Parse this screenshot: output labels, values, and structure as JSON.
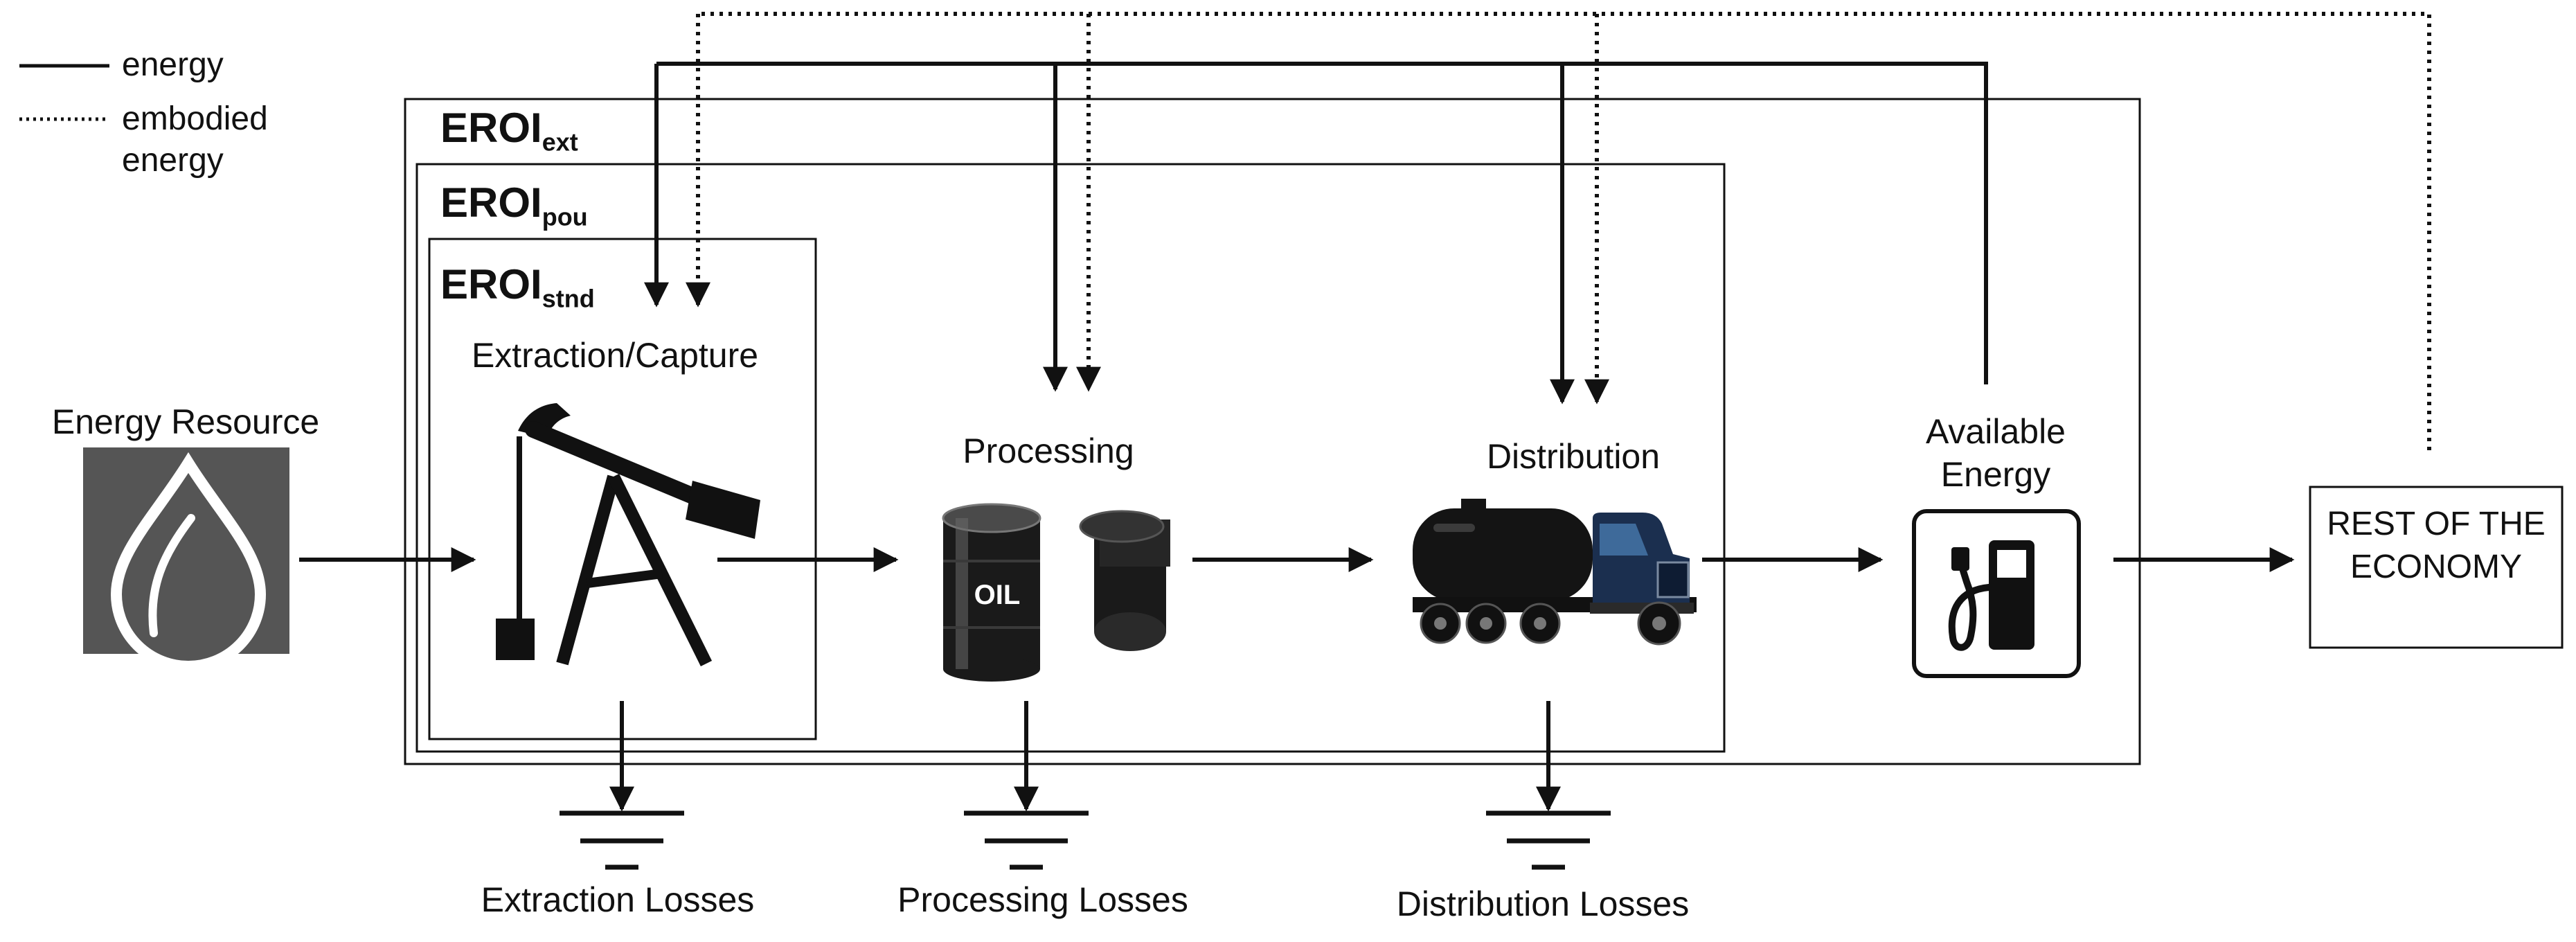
{
  "legend": {
    "solid_label": "energy",
    "dotted_label": "embodied energy"
  },
  "boundaries": {
    "ext": {
      "main": "EROI",
      "sub": "ext"
    },
    "pou": {
      "main": "EROI",
      "sub": "pou"
    },
    "stnd": {
      "main": "EROI",
      "sub": "stnd"
    }
  },
  "stages": {
    "resource": "Energy Resource",
    "extraction": "Extraction/Capture",
    "processing": "Processing",
    "distribution": "Distribution",
    "available": "Available Energy",
    "rest": "REST OF THE ECONOMY"
  },
  "losses": {
    "extraction": "Extraction Losses",
    "processing": "Processing Losses",
    "distribution": "Distribution Losses"
  },
  "icons": {
    "resource": "oil-drop-icon",
    "extraction": "oil-pumpjack-icon",
    "processing": "oil-barrels-icon",
    "distribution": "tanker-truck-icon",
    "available": "fuel-pump-icon",
    "ground": "ground-symbol-icon"
  },
  "barrel_text": "OIL",
  "colors": {
    "line": "#111111",
    "resource_tile": "#555555",
    "barrel": "#1a1a1a",
    "truck_cab": "#1b2f4f",
    "tank": "#141414"
  }
}
